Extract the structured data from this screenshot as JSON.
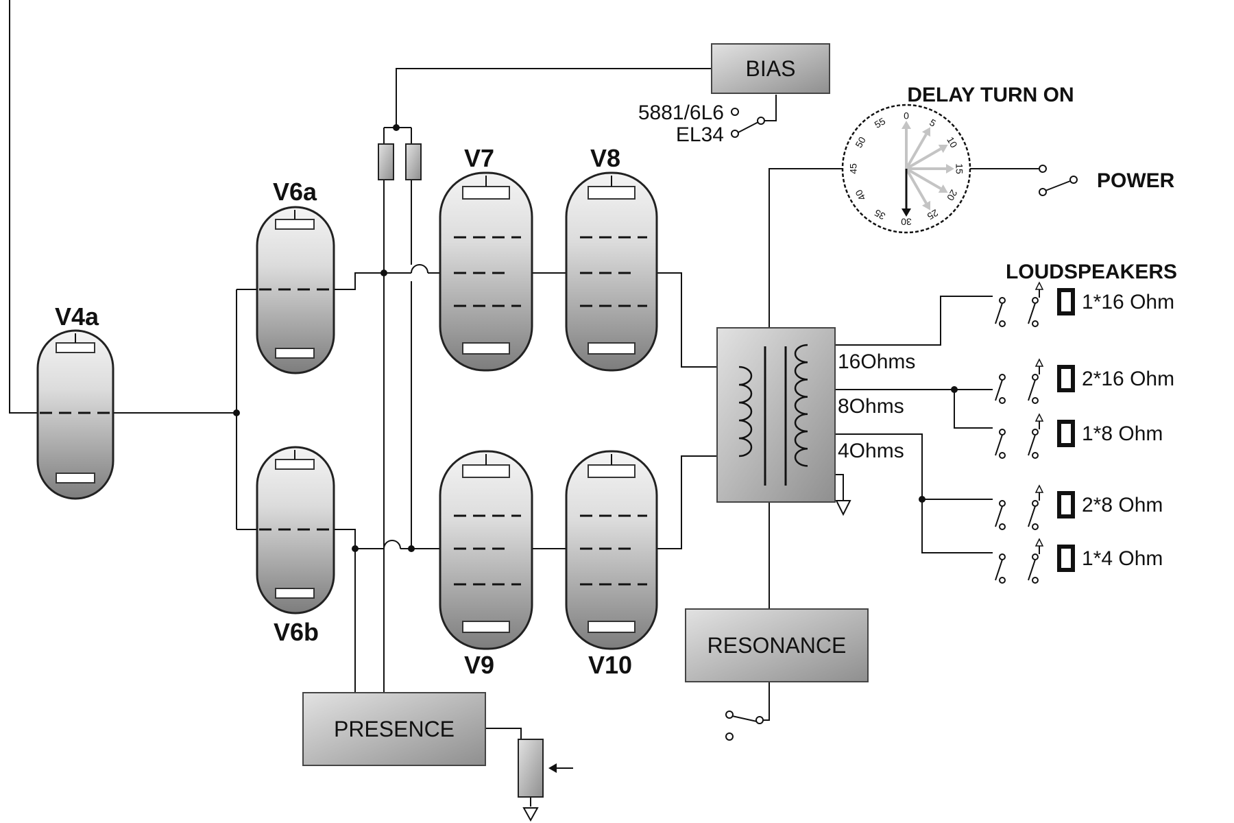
{
  "tubes": {
    "v4a": "V4a",
    "v6a": "V6a",
    "v6b": "V6b",
    "v7": "V7",
    "v8": "V8",
    "v9": "V9",
    "v10": "V10"
  },
  "blocks": {
    "bias": "BIAS",
    "presence": "PRESENCE",
    "resonance": "RESONANCE"
  },
  "bias_switch": {
    "option1": "5881/6L6",
    "option2": "EL34"
  },
  "delay": {
    "title": "DELAY TURN ON",
    "dial_numbers": [
      "0",
      "5",
      "10",
      "15",
      "20",
      "25",
      "30",
      "35",
      "40",
      "45",
      "50",
      "55"
    ]
  },
  "power_label": "POWER",
  "transformer_taps": {
    "tap16": "16Ohms",
    "tap8": "8Ohms",
    "tap4": "4Ohms"
  },
  "loudspeakers": {
    "title": "LOUDSPEAKERS",
    "items": [
      "1*16 Ohm",
      "2*16 Ohm",
      "1*8 Ohm",
      "2*8 Ohm",
      "1*4 Ohm"
    ]
  },
  "colors": {
    "tube_light": "#f4f4f4",
    "tube_dark": "#7d7d7d",
    "box_light": "#e2e2e2",
    "box_dark": "#8f8f8f",
    "dial_arrow_active": "#111111",
    "dial_arrow_inactive": "#c4c4c4"
  }
}
